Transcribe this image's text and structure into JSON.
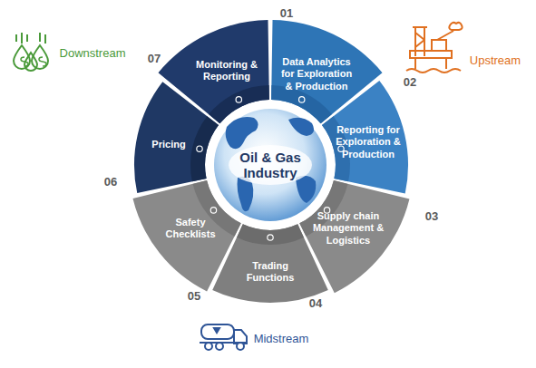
{
  "diagram": {
    "nodes": [
      {
        "text": [
          "Data Analytics for Exploration & Production"
        ]
      },
      {
        "text": [
          "Reporting for Exploration & Production"
        ]
      },
      {
        "text": [
          "Supply chain Management & Logistics"
        ]
      },
      {
        "text": [
          "Trading Functions"
        ]
      },
      {
        "text": [
          "Safety Checklists"
        ]
      },
      {
        "text": [
          "Pricing"
        ]
      },
      {
        "text": [
          "Monitoring & Reporting"
        ]
      },
      {
        "text": [
          "Oil & Gas Industry"
        ]
      }
    ],
    "labels": [
      "01",
      "02",
      "03",
      "04",
      "05",
      "06",
      "07",
      "Upstream",
      "Midstream",
      "Downstream"
    ]
  }
}
